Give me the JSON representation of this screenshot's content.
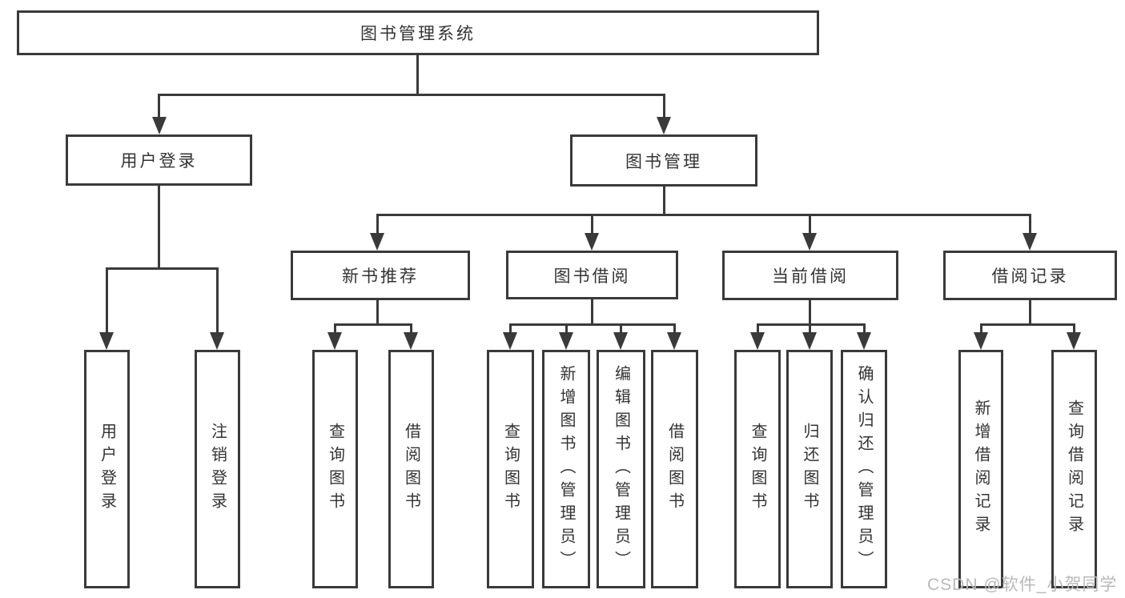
{
  "diagram_title": "图书管理系统",
  "tree": {
    "root": "图书管理系统",
    "children": [
      {
        "label": "用户登录",
        "children": [
          "用户登录",
          "注销登录"
        ]
      },
      {
        "label": "图书管理",
        "children": [
          {
            "label": "新书推荐",
            "children": [
              "查询图书",
              "借阅图书"
            ]
          },
          {
            "label": "图书借阅",
            "children": [
              "查询图书",
              "新增图书（管理员）",
              "编辑图书（管理员）",
              "借阅图书"
            ]
          },
          {
            "label": "当前借阅",
            "children": [
              "查询图书",
              "归还图书",
              "确认归还（管理员）"
            ]
          },
          {
            "label": "借阅记录",
            "children": [
              "新增借阅记录",
              "查询借阅记录"
            ]
          }
        ]
      }
    ]
  },
  "watermark": "CSDN @软件_小贺同学",
  "colors": {
    "line": "#3a3a3a",
    "text": "#333333",
    "background": "#ffffff",
    "watermark": "#b9b9b9"
  }
}
